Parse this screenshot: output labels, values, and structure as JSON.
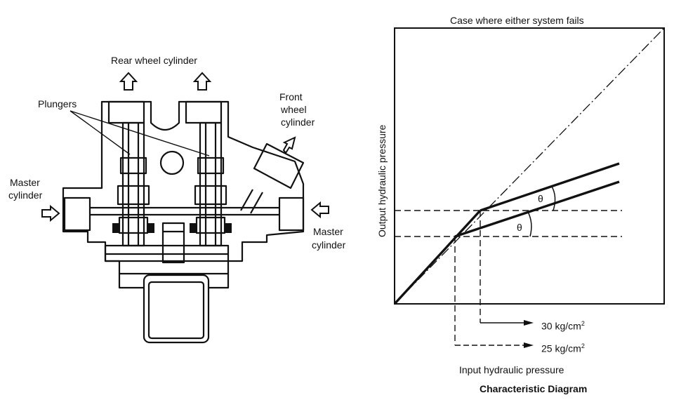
{
  "valve_diagram": {
    "rear_label": "Rear wheel cylinder",
    "plungers_label": "Plungers",
    "front_label_1": "Front",
    "front_label_2": "wheel",
    "front_label_3": "cylinder",
    "master_left_1": "Master",
    "master_left_2": "cylinder",
    "master_right_1": "Master",
    "master_right_2": "cylinder"
  },
  "characteristic": {
    "top_caption": "Case where either system fails",
    "ylabel": "Output hydraulic pressure",
    "xlabel": "Input hydraulic pressure",
    "title": "Characteristic Diagram",
    "theta_upper": "θ",
    "theta_lower": "θ",
    "p30": "30 kg/cm",
    "p25": "25 kg/cm",
    "sup": "2"
  },
  "colors": {
    "ink": "#111111",
    "paper": "#ffffff"
  }
}
